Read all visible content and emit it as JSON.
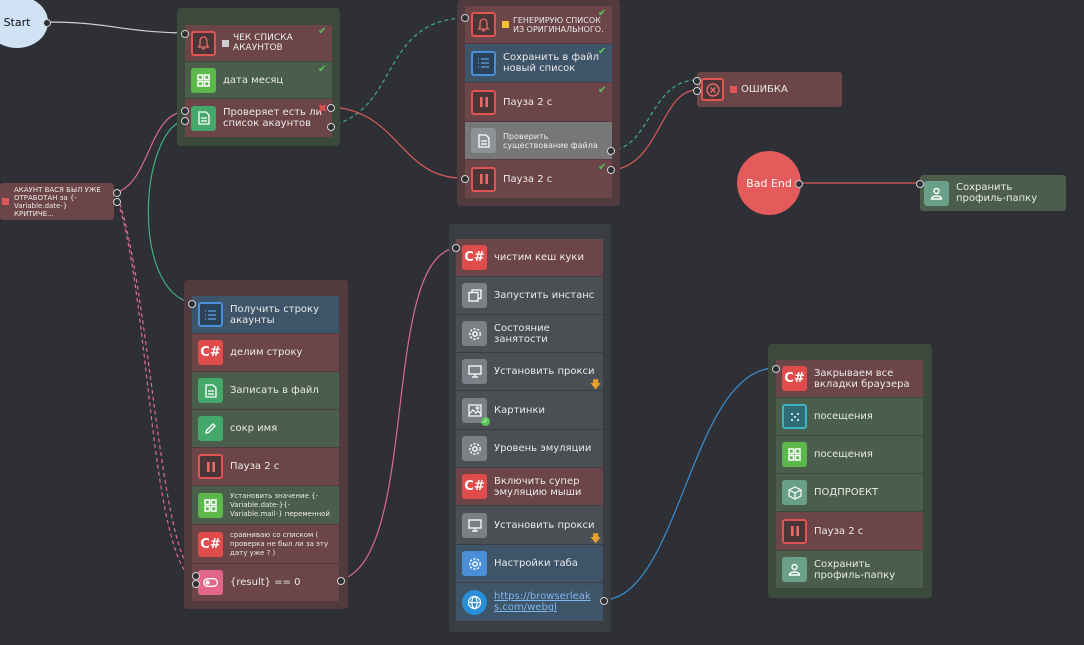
{
  "start_node": {
    "label": "Start"
  },
  "bad_end_node": {
    "label": "Bad End"
  },
  "error_node": {
    "label": "ОШИБКА",
    "color": "#e05454"
  },
  "save_profile_single": {
    "label": "Сохранить профиль-папку"
  },
  "left_node": {
    "label": "АКАУНТ ВАСЯ БЫЛ УЖЕ ОТРАБОТАН за {-Variable.date-} КРИТИЧЕ..."
  },
  "group1": {
    "items": [
      {
        "label": "ЧЕК СПИСКА АКАУНТОВ"
      },
      {
        "label": "дата месяц"
      },
      {
        "label": "Проверяет есть ли список акаунтов"
      }
    ]
  },
  "group2": {
    "items": [
      {
        "label": "ГЕНЕРИРУЮ СПИСОК ИЗ ОРИГИНАЛЬНОГО."
      },
      {
        "label": "Сохранить в файл новый список"
      },
      {
        "label": "Пауза 2 с"
      },
      {
        "label": "Проверить существование файла"
      },
      {
        "label": "Пауза 2 с"
      }
    ]
  },
  "group3": {
    "items": [
      {
        "label": "Получить строку акаунты"
      },
      {
        "label": "делим строку"
      },
      {
        "label": "Записать в файл"
      },
      {
        "label": "сокр имя"
      },
      {
        "label": "Пауза 2 с"
      },
      {
        "label": "Установить значение {-Variable.date-}{-Variable.mail-} переменной"
      },
      {
        "label": "сравниваю со списком ( проверка не был ли за эту дату уже ? )"
      },
      {
        "label": "{result} == 0"
      }
    ]
  },
  "group4": {
    "items": [
      {
        "label": "чистим кеш куки"
      },
      {
        "label": "Запустить инстанс"
      },
      {
        "label": "Состояние занятости"
      },
      {
        "label": "Установить прокси"
      },
      {
        "label": "Картинки"
      },
      {
        "label": "Уровень эмуляции"
      },
      {
        "label": "Включить супер эмуляцию мыши"
      },
      {
        "label": "Установить прокси"
      },
      {
        "label": "Настройки таба"
      },
      {
        "label": "https://browserleaks.com/webgl"
      }
    ]
  },
  "group5": {
    "items": [
      {
        "label": "Закрываем все вкладки браузера"
      },
      {
        "label": "посещения"
      },
      {
        "label": "посещения"
      },
      {
        "label": "ПОДПРОЕКТ"
      },
      {
        "label": "Пауза 2 с"
      },
      {
        "label": "Сохранить профиль-папку"
      }
    ]
  },
  "icons": {
    "cs": "C#",
    "bell": "bell-icon",
    "grid": "grid-icon",
    "doc": "document-icon",
    "list": "list-icon",
    "pause": "pause-icon",
    "gear": "gear-icon",
    "monitor": "monitor-icon",
    "image": "image-icon",
    "globe": "globe-icon",
    "user": "user-icon",
    "pencil": "pencil-icon",
    "toggle": "toggle-icon",
    "cube": "cube-icon",
    "dice": "dice-icon",
    "windows": "windows-icon",
    "error": "error-icon"
  },
  "colors": {
    "background": "#2f3036",
    "group_green": "#3b4a3c",
    "group_red": "#513b3f",
    "group_gray": "#3a3e42",
    "wire_white": "#cfcfcf",
    "wire_green": "#3fae7a",
    "wire_pink": "#d96a8e",
    "wire_red": "#d85a5a",
    "wire_blue": "#3a8fd0",
    "warning_arrow": "#e8a030"
  }
}
